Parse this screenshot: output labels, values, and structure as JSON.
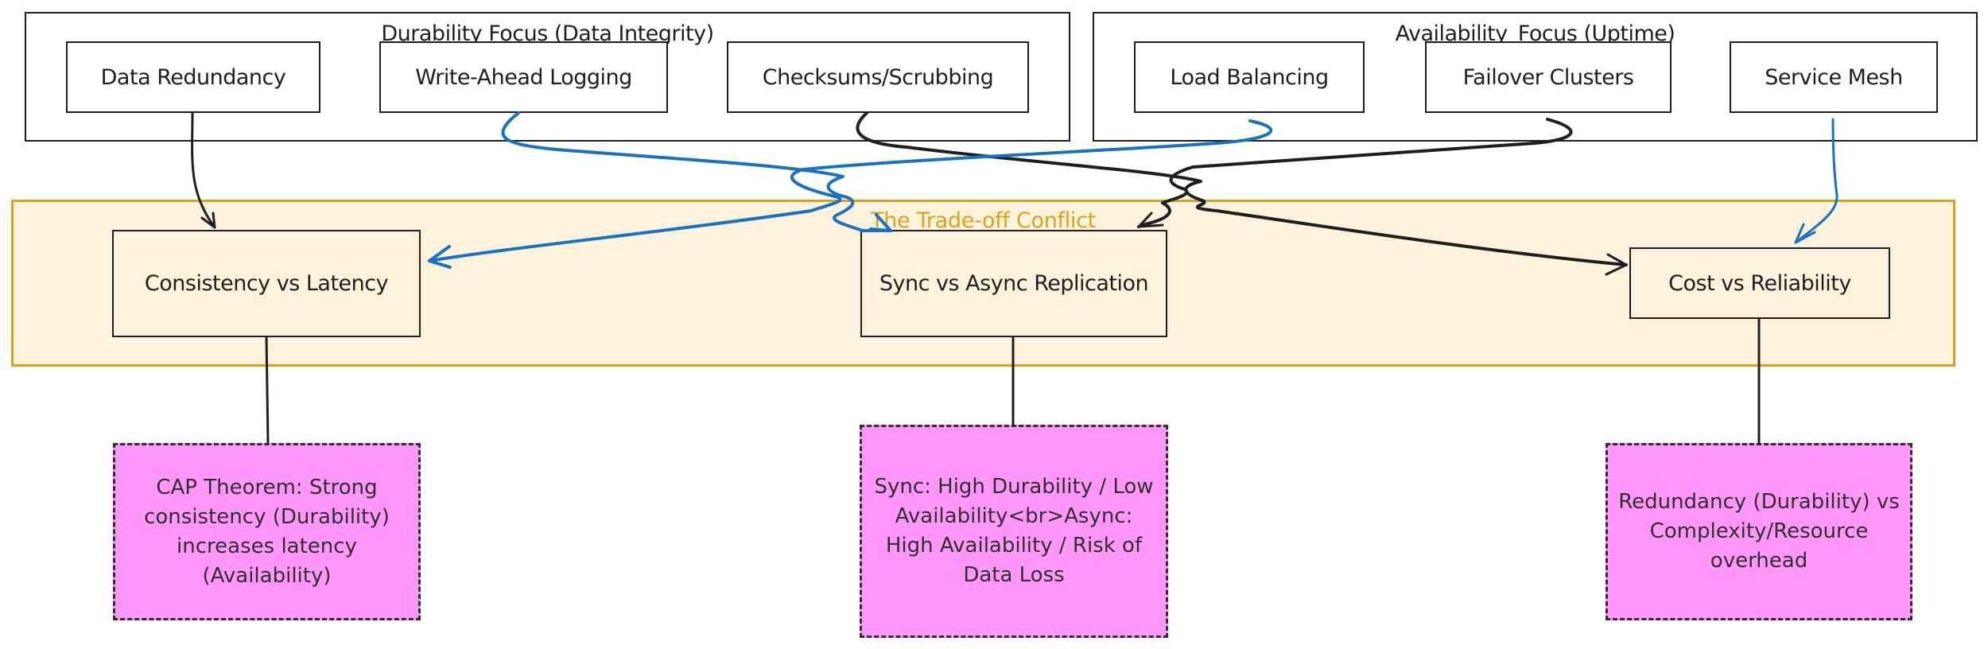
{
  "colors": {
    "stroke": "#1e1e1e",
    "blue_edge": "#1971c2",
    "conflict_border": "#d9a21b",
    "conflict_fill": "#fdf2dc",
    "note_fill": "#ff97fb"
  },
  "groups": {
    "durability": {
      "title": "Durability Focus (Data Integrity)",
      "nodes": [
        "Data Redundancy",
        "Write-Ahead Logging",
        "Checksums/Scrubbing"
      ]
    },
    "availability": {
      "title": "Availability_Focus (Uptime)",
      "nodes": [
        "Load Balancing",
        "Failover Clusters",
        "Service Mesh"
      ]
    }
  },
  "conflict": {
    "title": "The Trade-off Conflict",
    "nodes": [
      "Consistency vs Latency",
      "Sync vs Async Replication",
      "Cost vs Reliability"
    ]
  },
  "notes": [
    "CAP Theorem: Strong consistency (Durability) increases latency (Availability)",
    "Sync: High Durability / Low Availability<br>Async: High Availability / Risk of Data Loss",
    "Redundancy (Durability) vs Complexity/Resource overhead"
  ],
  "edges": [
    {
      "from": "Data Redundancy",
      "to": "Consistency vs Latency",
      "color": "black"
    },
    {
      "from": "Write-Ahead Logging",
      "to": "Sync vs Async Replication",
      "color": "blue"
    },
    {
      "from": "Checksums/Scrubbing",
      "to": "Cost vs Reliability",
      "color": "black"
    },
    {
      "from": "Load Balancing",
      "to": "Consistency vs Latency",
      "color": "blue"
    },
    {
      "from": "Failover Clusters",
      "to": "Sync vs Async Replication",
      "color": "black"
    },
    {
      "from": "Service Mesh",
      "to": "Cost vs Reliability",
      "color": "blue"
    },
    {
      "from": "Consistency vs Latency",
      "to": "CAP Theorem note",
      "color": "black"
    },
    {
      "from": "Sync vs Async Replication",
      "to": "Sync/Async note",
      "color": "black"
    },
    {
      "from": "Cost vs Reliability",
      "to": "Redundancy note",
      "color": "black"
    }
  ]
}
